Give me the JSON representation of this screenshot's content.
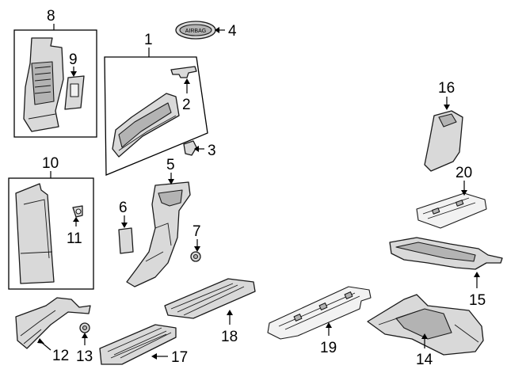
{
  "callouts": [
    "1",
    "2",
    "3",
    "4",
    "5",
    "6",
    "7",
    "8",
    "9",
    "10",
    "11",
    "12",
    "13",
    "14",
    "15",
    "16",
    "17",
    "18",
    "19",
    "20"
  ],
  "badge_text": "AIRBAG"
}
